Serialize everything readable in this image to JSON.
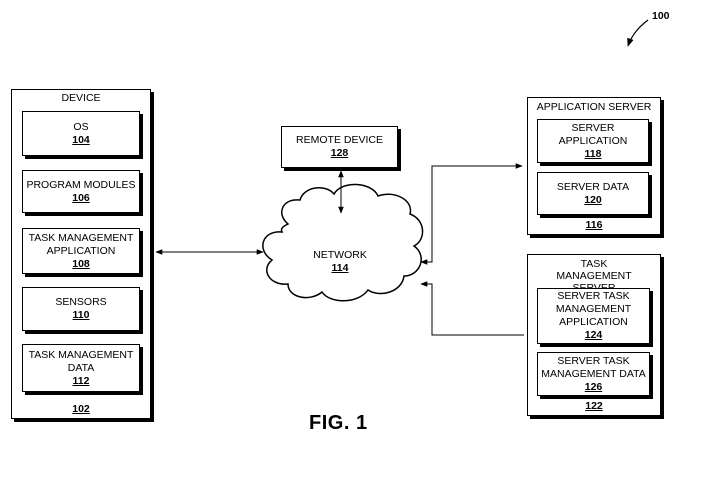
{
  "ref_number": "100",
  "figure_label": "FIG. 1",
  "device": {
    "title": "DEVICE",
    "number": "102",
    "modules": [
      {
        "name": "OS",
        "number": "104"
      },
      {
        "name": "PROGRAM MODULES",
        "number": "106"
      },
      {
        "name": "TASK MANAGEMENT APPLICATION",
        "number": "108"
      },
      {
        "name": "SENSORS",
        "number": "110"
      },
      {
        "name": "TASK MANAGEMENT DATA",
        "number": "112"
      }
    ]
  },
  "remote_device": {
    "name": "REMOTE DEVICE",
    "number": "128"
  },
  "network": {
    "name": "NETWORK",
    "number": "114"
  },
  "application_server": {
    "title": "APPLICATION SERVER",
    "number": "116",
    "modules": [
      {
        "name": "SERVER APPLICATION",
        "number": "118"
      },
      {
        "name": "SERVER DATA",
        "number": "120"
      }
    ]
  },
  "task_management_server": {
    "title": "TASK MANAGEMENT SERVER",
    "number": "122",
    "modules": [
      {
        "name": "SERVER TASK MANAGEMENT APPLICATION",
        "number": "124"
      },
      {
        "name": "SERVER TASK MANAGEMENT DATA",
        "number": "126"
      }
    ]
  }
}
